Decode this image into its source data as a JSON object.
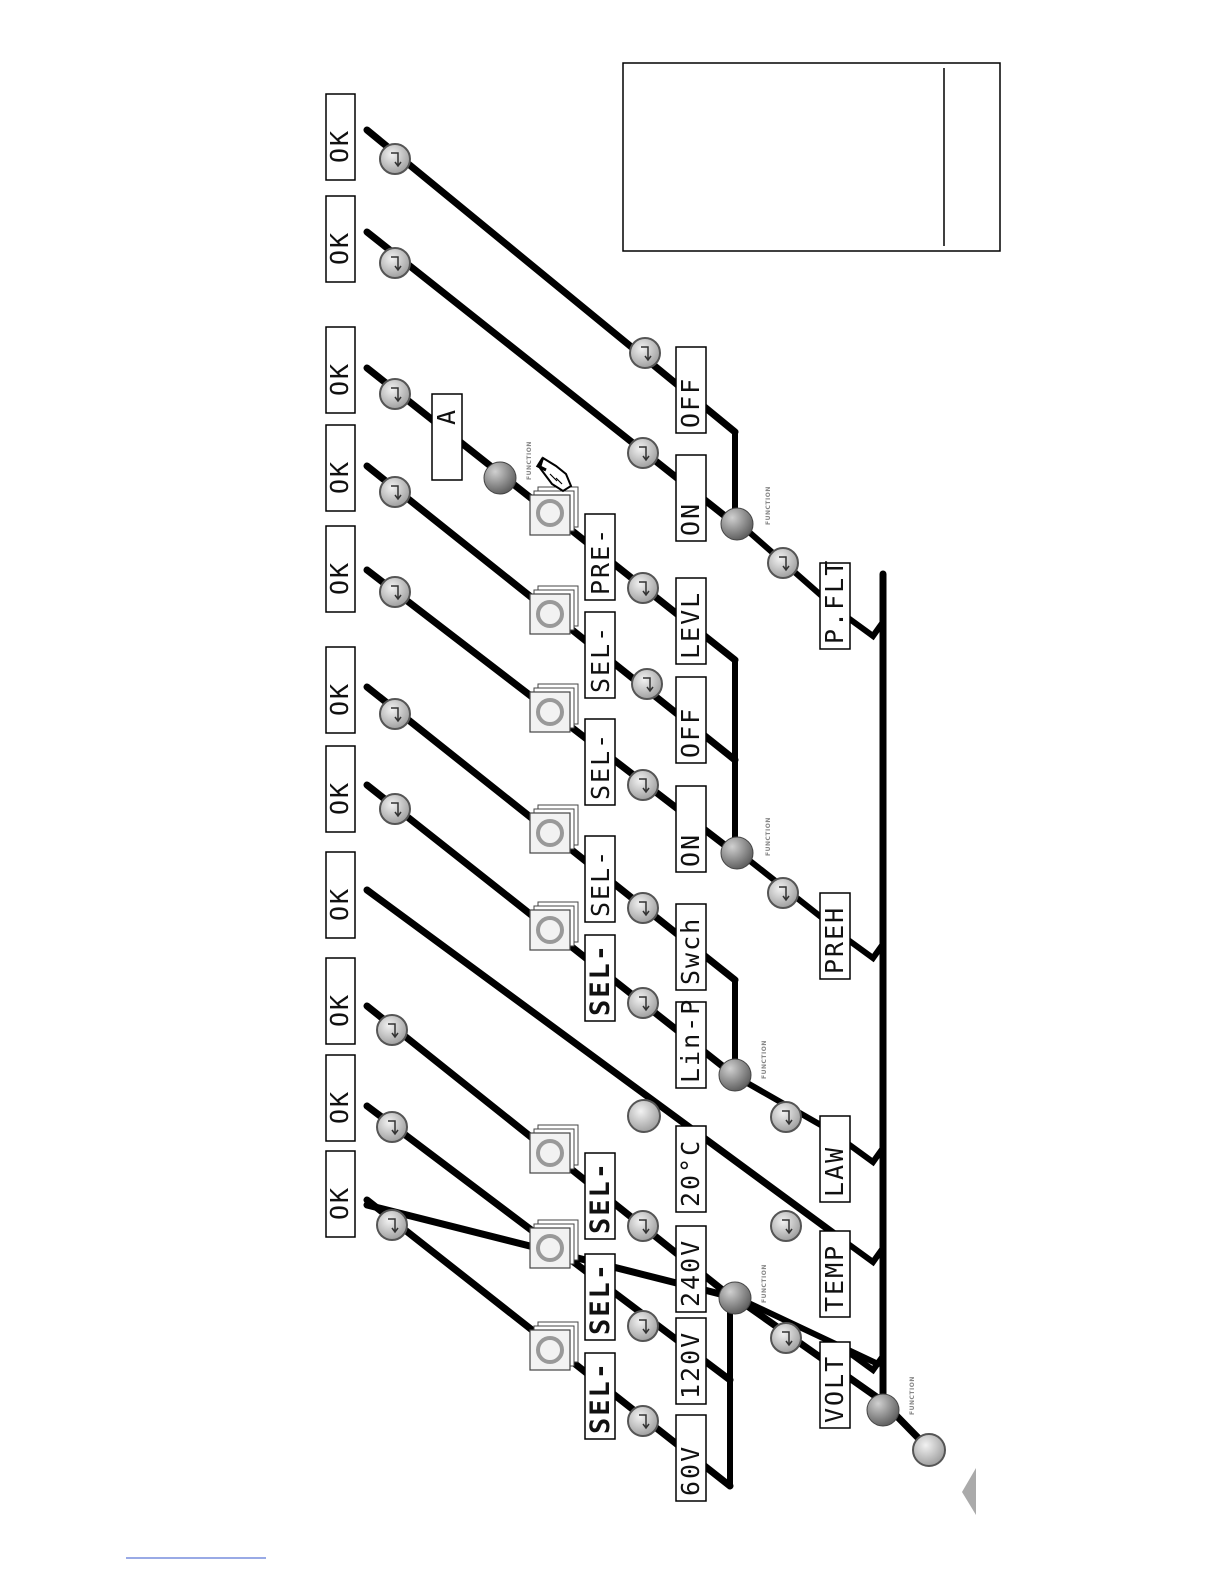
{
  "ok_label": "OK",
  "function_label": "FUNCTION",
  "a_label": "A",
  "top_menu": [
    "VOLT",
    "TEMP",
    "LAW",
    "PREH",
    "P.FLT"
  ],
  "volt": {
    "options": [
      "60V",
      "120V",
      "240V"
    ],
    "select_label": "SEL-"
  },
  "temp": {
    "value": "20°C"
  },
  "law": {
    "options": [
      "Lin-P",
      "Swch"
    ],
    "select_label": "SEL-"
  },
  "preh": {
    "options": [
      "ON",
      "OFF",
      "LEVL"
    ],
    "select_labels": [
      "SEL-",
      "SEL-",
      "PRE-"
    ]
  },
  "pflt": {
    "options": [
      "ON",
      "OFF"
    ]
  }
}
